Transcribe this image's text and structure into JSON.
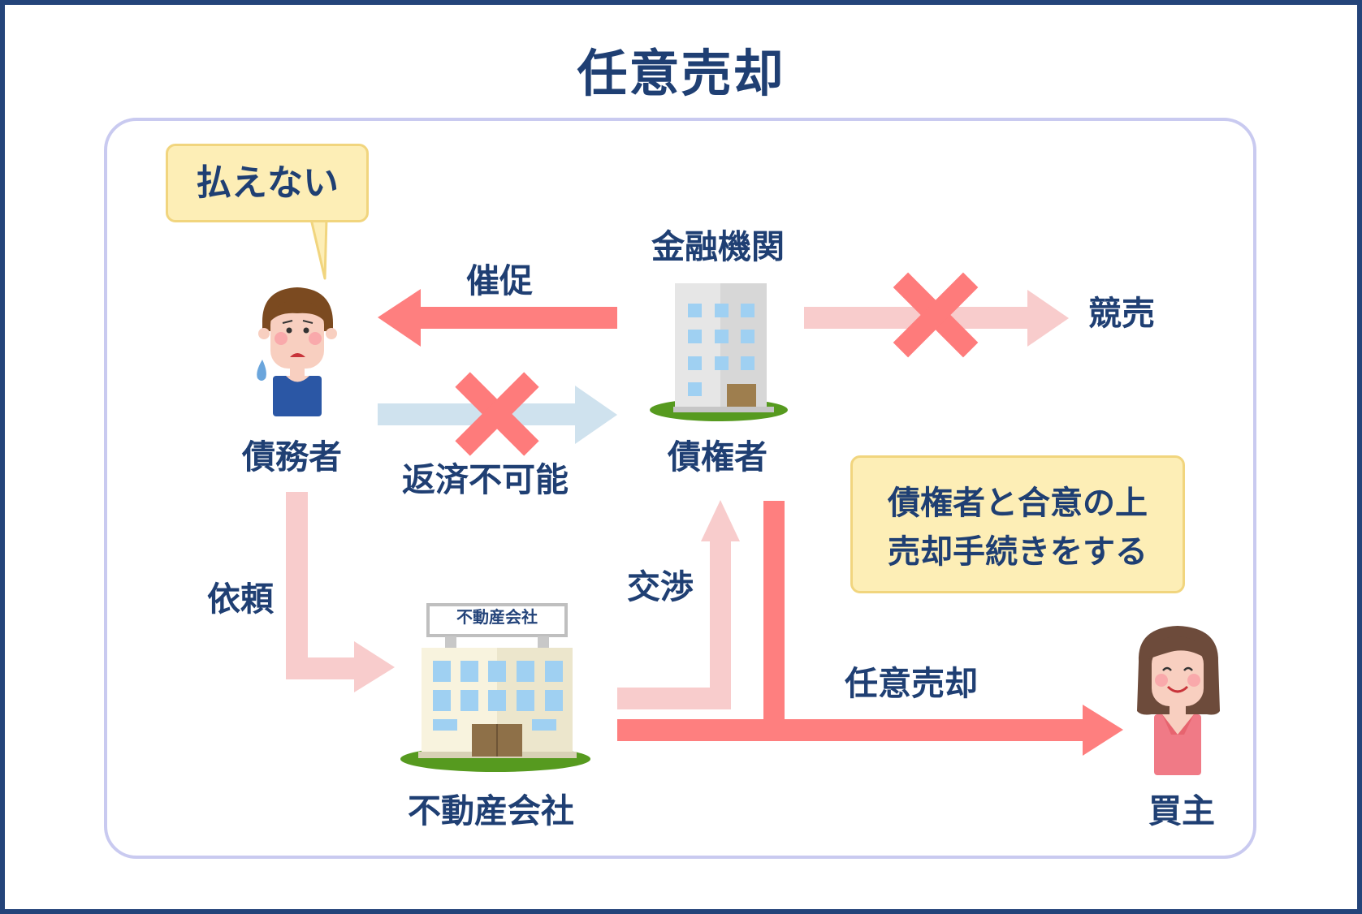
{
  "title": "任意売却",
  "speech_bubble": "払えない",
  "actors": {
    "debtor": "債務者",
    "financial_institution": "金融機関",
    "creditor": "債権者",
    "real_estate_company": "不動産会社",
    "real_estate_company_sign": "不動産会社",
    "buyer": "買主"
  },
  "flows": {
    "demand": "催促",
    "cannot_repay": "返済不可能",
    "auction": "競売",
    "request": "依頼",
    "negotiation": "交渉",
    "voluntary_sale": "任意売却"
  },
  "note": {
    "line1": "債権者と合意の上",
    "line2": "売却手続きをする"
  },
  "colors": {
    "title_text": "#1f3f73",
    "frame_border": "#24447a",
    "panel_border": "#c9caf0",
    "arrow_strong": "#fe7f7f",
    "arrow_light": "#f8cccc",
    "arrow_blue": "#cfe2ee",
    "cross": "#fe7b7b",
    "bubble_fill": "#fdeeb6",
    "bubble_border": "#f1d57e"
  }
}
